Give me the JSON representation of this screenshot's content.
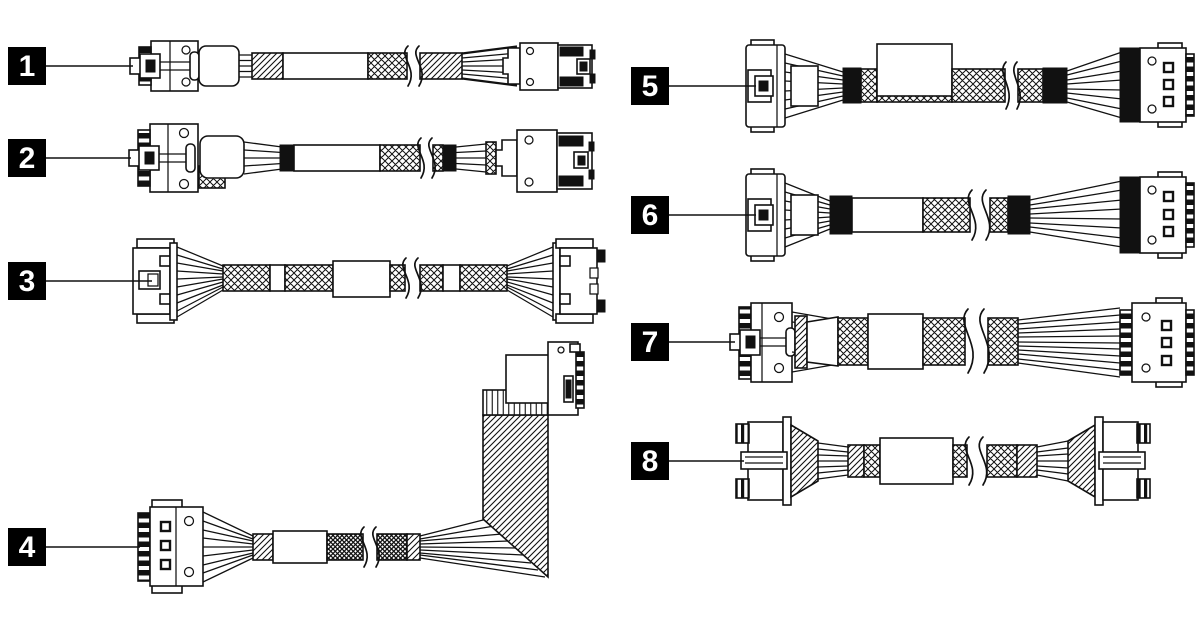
{
  "figure": {
    "type": "cable-kit-line-diagram",
    "background_color": "#ffffff",
    "line_color": "#111111",
    "callout_style": {
      "background": "#000000",
      "text_color": "#ffffff"
    },
    "callouts": [
      {
        "number": "1"
      },
      {
        "number": "2"
      },
      {
        "number": "3"
      },
      {
        "number": "4"
      },
      {
        "number": "5"
      },
      {
        "number": "6"
      },
      {
        "number": "7"
      },
      {
        "number": "8"
      }
    ]
  }
}
